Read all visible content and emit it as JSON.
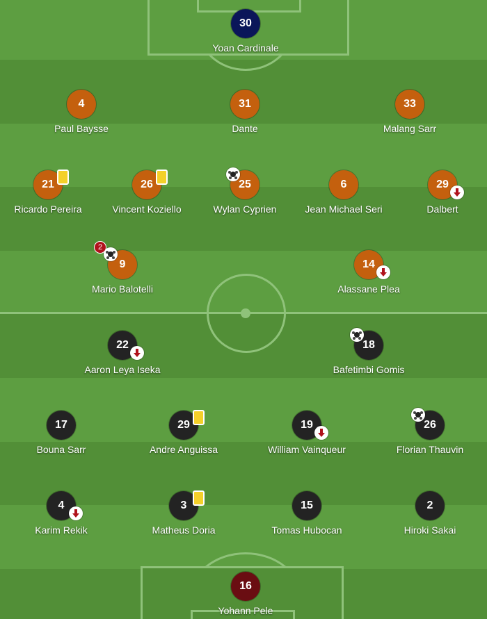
{
  "colors": {
    "home_outfield": "#c4600e",
    "home_keeper": "#0a1659",
    "away_outfield": "#232323",
    "away_keeper": "#6a0d12",
    "pitch_light": "#5d9e41",
    "pitch_dark": "#528f37",
    "lines": "#8fc27a",
    "yellow_card": "#f4d02a",
    "sub_arrow": "#b0121c"
  },
  "home_team": {
    "players": [
      {
        "number": "30",
        "name": "Yoan Cardinale",
        "role": "keeper"
      },
      {
        "number": "4",
        "name": "Paul Baysse"
      },
      {
        "number": "31",
        "name": "Dante"
      },
      {
        "number": "33",
        "name": "Malang Sarr"
      },
      {
        "number": "21",
        "name": "Ricardo Pereira",
        "events": [
          "yellow-card"
        ]
      },
      {
        "number": "26",
        "name": "Vincent Koziello",
        "events": [
          "yellow-card"
        ]
      },
      {
        "number": "25",
        "name": "Wylan Cyprien",
        "events": [
          "goal"
        ]
      },
      {
        "number": "6",
        "name": "Jean Michael Seri"
      },
      {
        "number": "29",
        "name": "Dalbert",
        "events": [
          "substituted-off"
        ]
      },
      {
        "number": "9",
        "name": "Mario Balotelli",
        "events": [
          "goal"
        ],
        "goal_count": "2"
      },
      {
        "number": "14",
        "name": "Alassane Plea",
        "events": [
          "substituted-off"
        ]
      }
    ]
  },
  "away_team": {
    "players": [
      {
        "number": "22",
        "name": "Aaron Leya Iseka",
        "events": [
          "substituted-off"
        ]
      },
      {
        "number": "18",
        "name": "Bafetimbi Gomis",
        "events": [
          "goal"
        ]
      },
      {
        "number": "17",
        "name": "Bouna Sarr"
      },
      {
        "number": "29",
        "name": "Andre Anguissa",
        "events": [
          "yellow-card"
        ]
      },
      {
        "number": "19",
        "name": "William Vainqueur",
        "events": [
          "substituted-off"
        ]
      },
      {
        "number": "26",
        "name": "Florian Thauvin",
        "events": [
          "goal"
        ]
      },
      {
        "number": "4",
        "name": "Karim Rekik",
        "events": [
          "substituted-off"
        ]
      },
      {
        "number": "3",
        "name": "Matheus Doria",
        "events": [
          "yellow-card"
        ]
      },
      {
        "number": "15",
        "name": "Tomas Hubocan"
      },
      {
        "number": "2",
        "name": "Hiroki Sakai"
      },
      {
        "number": "16",
        "name": "Yohann Pele",
        "role": "keeper"
      }
    ]
  }
}
